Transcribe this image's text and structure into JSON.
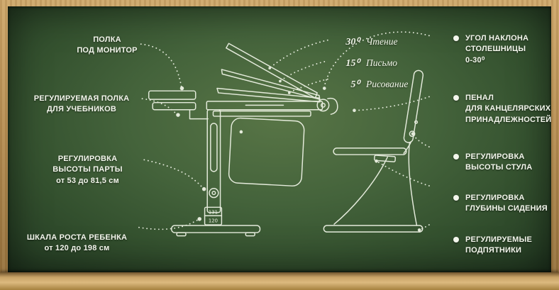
{
  "left_labels": [
    {
      "line1": "ПОЛКА",
      "line2": "ПОД МОНИТОР"
    },
    {
      "line1": "РЕГУЛИРУЕМАЯ ПОЛКА",
      "line2": "ДЛЯ УЧЕБНИКОВ"
    },
    {
      "line1": "РЕГУЛИРОВКА",
      "line2": "ВЫСОТЫ ПАРТЫ",
      "line3": "от 53 до 81,5 см"
    },
    {
      "line1": "ШКАЛА РОСТА РЕБЕНКА",
      "line2": "от 120 до 198 см"
    }
  ],
  "angle_labels": [
    {
      "angle": "30⁰",
      "name": "Чтение"
    },
    {
      "angle": "15⁰",
      "name": "Письмо"
    },
    {
      "angle": "5⁰",
      "name": "Рисование"
    }
  ],
  "right_labels": [
    {
      "line1": "УГОЛ НАКЛОНА",
      "line2": "СТОЛЕШНИЦЫ",
      "line3": "0-30⁰"
    },
    {
      "line1": "ПЕНАЛ",
      "line2": "ДЛЯ КАНЦЕЛЯРСКИХ",
      "line3": "ПРИНАДЛЕЖНОСТЕЙ"
    },
    {
      "line1": "РЕГУЛИРОВКА",
      "line2": "ВЫСОТЫ СТУЛА"
    },
    {
      "line1": "РЕГУЛИРОВКА",
      "line2": "ГЛУБИНЫ СИДЕНИЯ"
    },
    {
      "line1": "РЕГУЛИРУЕМЫЕ",
      "line2": "ПОДПЯТНИКИ"
    }
  ],
  "height_scale": {
    "value_top": "131",
    "value_bottom": "120"
  },
  "colors": {
    "board_green": "#44633b",
    "wood": "#b48c52",
    "chalk": "#f3f6ec"
  }
}
